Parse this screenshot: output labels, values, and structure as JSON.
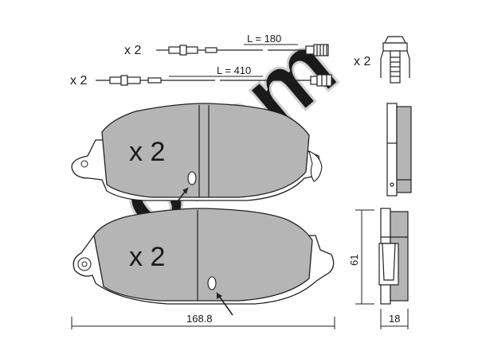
{
  "sensors": [
    {
      "qty": "x 2",
      "length": "L = 180"
    },
    {
      "qty": "x 2",
      "length": "L = 410"
    }
  ],
  "bolt": {
    "qty": "x 2"
  },
  "pads": [
    {
      "qty": "x 2"
    },
    {
      "qty": "x 2"
    }
  ],
  "dimensions": {
    "width": "168.8",
    "height": "61",
    "thickness": "18"
  },
  "watermark": "cifam",
  "colors": {
    "pad_fill": "#b5b5b5",
    "line": "#222222",
    "watermark": "#cfcfcf"
  }
}
